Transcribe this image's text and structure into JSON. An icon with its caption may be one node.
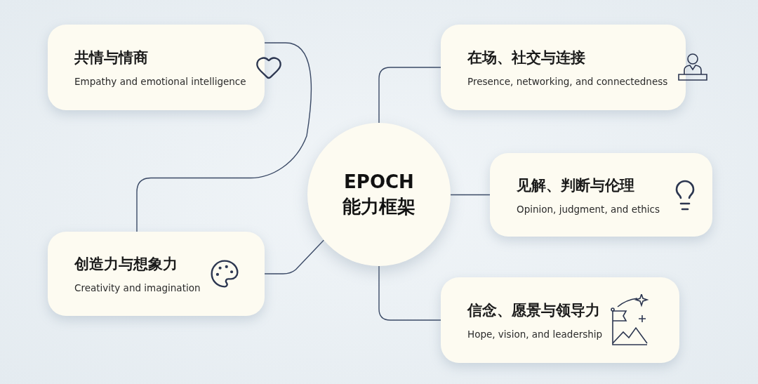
{
  "diagram": {
    "nodes": [
      {
        "text": [
          "共情与情商",
          "Empathy and emotional intelligence"
        ]
      },
      {
        "text": [
          "在场、社交与连接",
          "Presence, networking, and connectedness"
        ]
      },
      {
        "text": [
          "EPOCH 能力框架"
        ]
      },
      {
        "text": [
          "见解、判断与伦理",
          "Opinion, judgment, and ethics"
        ]
      },
      {
        "text": [
          "创造力与想象力",
          "Creativity and imagination"
        ]
      },
      {
        "text": [
          "信念、愿景与领导力",
          "Hope, vision, and leadership"
        ]
      }
    ],
    "edges": [
      {
        "from": 2,
        "to": 1,
        "arrow": "none"
      },
      {
        "from": 2,
        "to": 3,
        "arrow": "none"
      },
      {
        "from": 2,
        "to": 5,
        "arrow": "none"
      },
      {
        "from": 2,
        "to": 4,
        "arrow": "none"
      },
      {
        "from": 0,
        "to": 4,
        "arrow": "none"
      }
    ]
  }
}
